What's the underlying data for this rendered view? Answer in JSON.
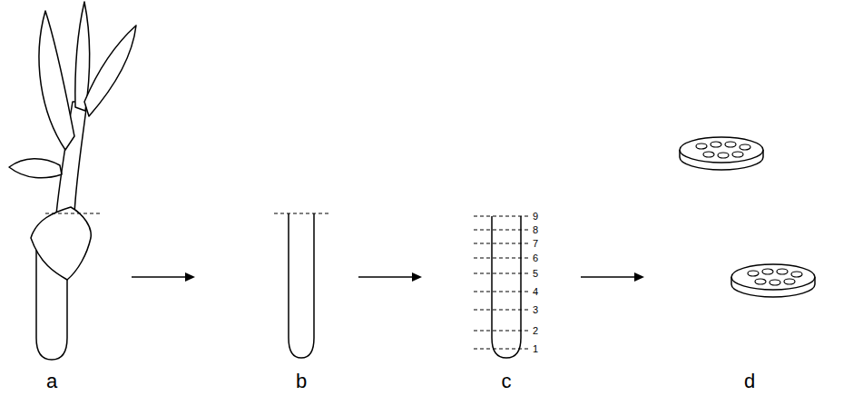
{
  "diagram": {
    "labels": [
      "9",
      "8",
      "7",
      "6",
      "5",
      "4",
      "3",
      "2",
      "1",
      "a",
      "b",
      "c",
      "d"
    ]
  }
}
